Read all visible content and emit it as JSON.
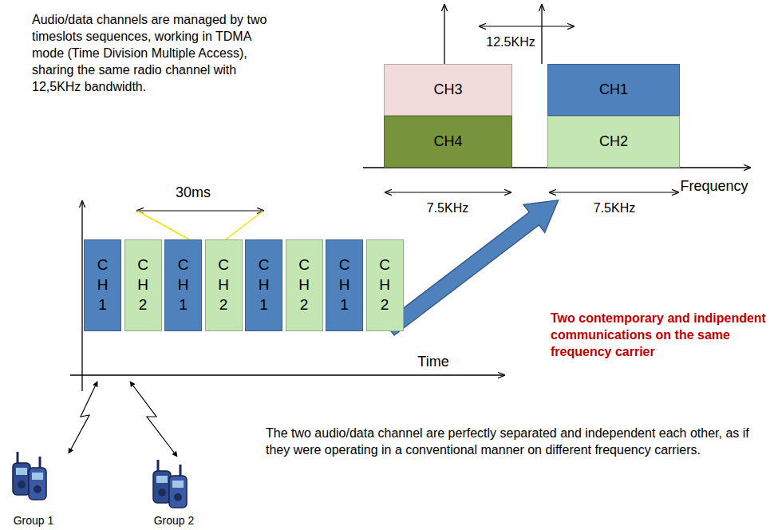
{
  "diagram": {
    "nodes": [
      {
        "text": [
          "CH3"
        ]
      },
      {
        "text": [
          "CH1"
        ]
      },
      {
        "text": [
          "CH4"
        ]
      },
      {
        "text": [
          "CH2"
        ]
      },
      {
        "text": [
          "CH1"
        ]
      },
      {
        "text": [
          "CH2"
        ]
      },
      {
        "text": [
          "CH1"
        ]
      },
      {
        "text": [
          "CH2"
        ]
      },
      {
        "text": [
          "CH1"
        ]
      },
      {
        "text": [
          "CH2"
        ]
      },
      {
        "text": [
          "CH1"
        ]
      },
      {
        "text": [
          "CH2"
        ]
      }
    ],
    "labels": [
      "Audio/data channels are managed by two timeslots sequences, working in TDMA mode (Time Division Multiple Access), sharing the same radio channel with 12,5KHz bandwidth.",
      "12.5KHz",
      "7.5KHz",
      "7.5KHz",
      "Frequency",
      "30ms",
      "Time",
      "Two contemporary and indipendent communications on the same frequency carrier",
      "The two audio/data channel are perfectly separated and independent each other, as if they were operating in a conventional manner on different frequency carriers.",
      "Group 1",
      "Group 2"
    ]
  }
}
